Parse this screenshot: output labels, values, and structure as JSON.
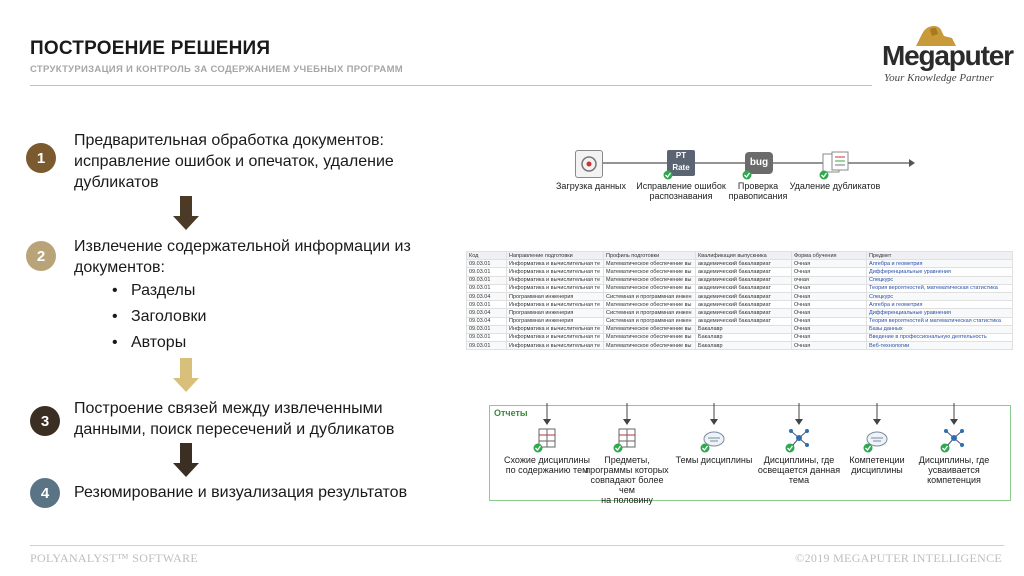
{
  "header": {
    "title": "ПОСТРОЕНИЕ РЕШЕНИЯ",
    "subtitle": "СТРУКТУРИЗАЦИЯ И КОНТРОЛЬ ЗА СОДЕРЖАНИЕМ УЧЕБНЫХ ПРОГРАММ"
  },
  "logo": {
    "word": "Megaputer",
    "tagline": "Your Knowledge Partner"
  },
  "steps": [
    {
      "number": "1",
      "color": "#7a5a2e",
      "lines": [
        "Предварительная обработка документов:",
        "исправление ошибок и опечаток, удаление",
        "дубликатов"
      ]
    },
    {
      "number": "2",
      "color": "#b9a47a",
      "lines": [
        "Извлечение содержательной информации из",
        "документов:"
      ],
      "bullets": [
        "Разделы",
        "Заголовки",
        "Авторы"
      ]
    },
    {
      "number": "3",
      "color": "#3b2e22",
      "lines": [
        "Построение связей между извлеченными",
        "данными, поиск пересечений и дубликатов"
      ]
    },
    {
      "number": "4",
      "color": "#5a7486",
      "lines": [
        "Резюмирование и визуализация результатов"
      ]
    }
  ],
  "arrow_colors": {
    "a1": "#4a3a26",
    "a2": "#d9c07a",
    "a3": "#3b2e22"
  },
  "flow": {
    "nodes": [
      {
        "label": "Загрузка данных"
      },
      {
        "label": "Исправление ошибок",
        "label2": "распознавания",
        "icon_text": "PT Rate"
      },
      {
        "label": "Проверка",
        "label2": "правописания",
        "icon_text": "bug"
      },
      {
        "label": "Удаление дубликатов"
      }
    ]
  },
  "table": {
    "headers": [
      "Код",
      "Направление подготовки",
      "Профиль подготовки",
      "Квалификация выпускника",
      "Форма обучения",
      "Предмет"
    ],
    "rows": [
      [
        "09.03.01",
        "Информатика и вычислительная те",
        "Математическое обеспечение вы",
        "академический бакалавриат",
        "Очная",
        "Алгебра и геометрия"
      ],
      [
        "09.03.01",
        "Информатика и вычислительная те",
        "Математическое обеспечение вы",
        "академический бакалавриат",
        "Очная",
        "Дифференциальные уравнения"
      ],
      [
        "09.03.01",
        "Информатика и вычислительная те",
        "Математическое обеспечение вы",
        "академический бакалавриат",
        "очная",
        "Спецкурс"
      ],
      [
        "09.03.01",
        "Информатика и вычислительная те",
        "Математическое обеспечение вы",
        "академический бакалавриат",
        "Очная",
        "Теория вероятностей, математическая статистика"
      ],
      [
        "09.03.04",
        "Программная инженерия",
        "Системная и программная инжен",
        "академический бакалавриат",
        "Очная",
        "Спецкурс"
      ],
      [
        "09.03.01",
        "Информатика и вычислительная те",
        "Математическое обеспечение вы",
        "академический бакалавриат",
        "Очная",
        "Алгебра и геометрия"
      ],
      [
        "09.03.04",
        "Программная инженерия",
        "Системная и программная инжен",
        "академический бакалавриат",
        "Очная",
        "Дифференциальные уравнения"
      ],
      [
        "09.03.04",
        "Программная инженерия",
        "Системная и программная инжен",
        "академический бакалавриат",
        "Очная",
        "Теория вероятностей и математическая статистика"
      ],
      [
        "09.03.01",
        "Информатика и вычислительная те",
        "Математическое обеспечение вы",
        "Бакалавр",
        "Очная",
        "Базы данных"
      ],
      [
        "09.03.01",
        "Информатика и вычислительная те",
        "Математическое обеспечение вы",
        "Бакалавр",
        "Очная",
        "Введение в профессиональную деятельность"
      ],
      [
        "09.03.01",
        "Информатика и вычислительная те",
        "Математическое обеспечение вы",
        "Бакалавр",
        "Очная",
        "Веб-технологии"
      ]
    ]
  },
  "reports": {
    "label": "Отчеты",
    "nodes": [
      {
        "lines": [
          "Схожие дисциплины",
          "по содержанию тем"
        ]
      },
      {
        "lines": [
          "Предметы,",
          "программы которых",
          "совпадают более чем",
          "на половину"
        ]
      },
      {
        "lines": [
          "Темы дисциплины"
        ]
      },
      {
        "lines": [
          "Дисциплины, где",
          "освещается данная",
          "тема"
        ]
      },
      {
        "lines": [
          "Компетенции",
          "дисциплины"
        ]
      },
      {
        "lines": [
          "Дисциплины, где",
          "усваивается",
          "компетенция"
        ]
      }
    ]
  },
  "footer": {
    "left": "POLYANALYST™ SOFTWARE",
    "right": "©2019 MEGAPUTER INTELLIGENCE"
  }
}
